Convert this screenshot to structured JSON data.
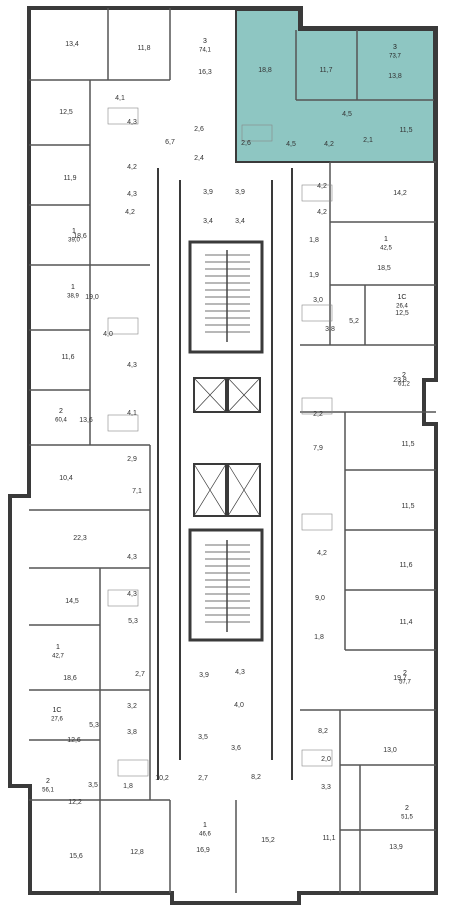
{
  "colors": {
    "wall": "#3a3a3a",
    "inner_wall": "#6a6a6a",
    "floor": "#ffffff",
    "highlight": "#8ec6c2",
    "corridor": "#ffffff",
    "stairs": "#444444"
  },
  "selected_apartment": {
    "rooms": "3",
    "area": "73,7"
  },
  "apartments": [
    {
      "rooms": "3",
      "area": "74,1"
    },
    {
      "rooms": "3",
      "area": "73,7"
    },
    {
      "rooms": "1",
      "area": "39,0"
    },
    {
      "rooms": "1",
      "area": "42,5"
    },
    {
      "rooms": "1",
      "area": "38,9"
    },
    {
      "rooms": "1С",
      "area": "26,4"
    },
    {
      "rooms": "2",
      "area": "61,2"
    },
    {
      "rooms": "2",
      "area": "60,4"
    },
    {
      "rooms": "1",
      "area": "42,7"
    },
    {
      "rooms": "2",
      "area": "57,7"
    },
    {
      "rooms": "1С",
      "area": "27,6"
    },
    {
      "rooms": "2",
      "area": "56,1"
    },
    {
      "rooms": "1",
      "area": "46,6"
    },
    {
      "rooms": "2",
      "area": "51,5"
    }
  ],
  "room_labels": [
    "13,4",
    "11,8",
    "16,3",
    "18,8",
    "11,7",
    "13,8",
    "12,5",
    "4,1",
    "4,3",
    "4,2",
    "6,7",
    "2,6",
    "2,4",
    "2,6",
    "4,5",
    "4,2",
    "4,5",
    "2,1",
    "11,5",
    "11,9",
    "4,2",
    "4,3",
    "18,6",
    "3,9",
    "3,9",
    "3,4",
    "3,4",
    "4,2",
    "14,2",
    "4,2",
    "1,8",
    "18,5",
    "1,9",
    "19,0",
    "3,0",
    "5,2",
    "3,8",
    "12,5",
    "4,0",
    "11,6",
    "4,3",
    "23,8",
    "4,1",
    "13,6",
    "2,2",
    "11,5",
    "2,9",
    "7,9",
    "10,4",
    "7,1",
    "11,5",
    "22,3",
    "4,3",
    "4,2",
    "11,6",
    "14,5",
    "4,3",
    "9,0",
    "5,3",
    "11,4",
    "1,8",
    "18,6",
    "19,7",
    "2,7",
    "3,9",
    "4,3",
    "4,0",
    "3,2",
    "5,3",
    "3,8",
    "8,2",
    "12,6",
    "3,5",
    "3,6",
    "13,0",
    "2,0",
    "3,5",
    "1,8",
    "10,2",
    "2,7",
    "8,2",
    "3,3",
    "12,2",
    "15,6",
    "12,8",
    "16,9",
    "15,2",
    "11,1",
    "13,9"
  ]
}
